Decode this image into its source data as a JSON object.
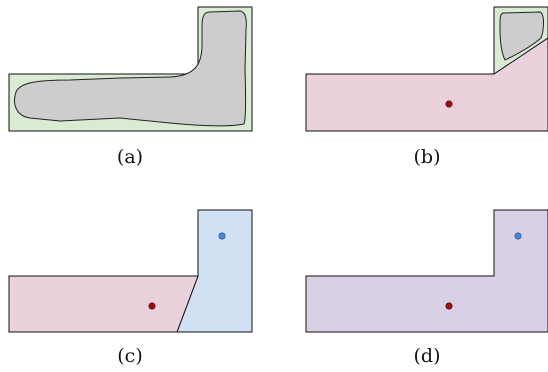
{
  "panels": [
    {
      "caption": "(a)"
    },
    {
      "caption": "(b)"
    },
    {
      "caption": "(c)"
    },
    {
      "caption": "(d)"
    }
  ],
  "colors": {
    "outline": "#111111",
    "green_fill": "#d9ebd2",
    "gray_blob": "#cdcdcd",
    "pink_region": "#ebd1dc",
    "blue_region": "#cfe1f3",
    "purple_region": "#d9d0e6",
    "red_dot": "#9b1111",
    "blue_dot": "#4a86d8"
  }
}
